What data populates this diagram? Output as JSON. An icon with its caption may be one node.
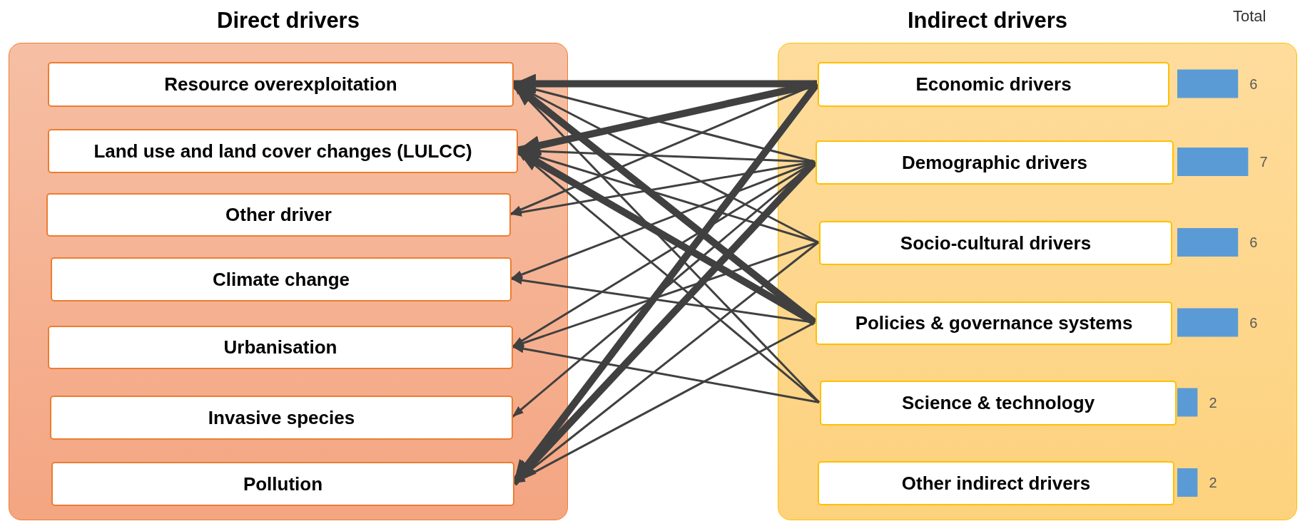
{
  "diagram": {
    "nodes": [
      {
        "text": [
          "Direct drivers"
        ]
      },
      {
        "text": [
          "Resource overexploitation"
        ],
        "in": 0
      },
      {
        "text": [
          "Land use and land cover changes (LULCC)"
        ],
        "in": 0
      },
      {
        "text": [
          "Other driver"
        ],
        "in": 0
      },
      {
        "text": [
          "Climate change"
        ],
        "in": 0
      },
      {
        "text": [
          "Urbanisation"
        ],
        "in": 0
      },
      {
        "text": [
          "Invasive species"
        ],
        "in": 0
      },
      {
        "text": [
          "Pollution"
        ],
        "in": 0
      },
      {
        "text": [
          "Indirect drivers"
        ]
      },
      {
        "text": [
          "Economic drivers"
        ],
        "in": 8
      },
      {
        "text": [
          "Demographic drivers"
        ],
        "in": 8
      },
      {
        "text": [
          "Socio-cultural drivers"
        ],
        "in": 8
      },
      {
        "text": [
          "Policies & governance systems"
        ],
        "in": 8
      },
      {
        "text": [
          "Science & technology"
        ],
        "in": 8
      },
      {
        "text": [
          "Other indirect drivers"
        ],
        "in": 8
      }
    ],
    "edges": [
      {
        "from": 9,
        "to": 1,
        "arrow": "to",
        "style": "thick"
      },
      {
        "from": 9,
        "to": 2,
        "arrow": "to",
        "style": "thick"
      },
      {
        "from": 9,
        "to": 3,
        "arrow": "to"
      },
      {
        "from": 9,
        "to": 7,
        "arrow": "to",
        "style": "thick"
      },
      {
        "from": 10,
        "to": 1,
        "arrow": "to"
      },
      {
        "from": 10,
        "to": 2,
        "arrow": "to"
      },
      {
        "from": 10,
        "to": 3,
        "arrow": "to"
      },
      {
        "from": 10,
        "to": 4,
        "arrow": "to"
      },
      {
        "from": 10,
        "to": 5,
        "arrow": "to"
      },
      {
        "from": 10,
        "to": 6,
        "arrow": "to"
      },
      {
        "from": 10,
        "to": 7,
        "arrow": "to",
        "style": "thick"
      },
      {
        "from": 11,
        "to": 1,
        "arrow": "to"
      },
      {
        "from": 11,
        "to": 2,
        "arrow": "to"
      },
      {
        "from": 11,
        "to": 5,
        "arrow": "to"
      },
      {
        "from": 11,
        "to": 7,
        "arrow": "to"
      },
      {
        "from": 12,
        "to": 1,
        "arrow": "to",
        "style": "thick"
      },
      {
        "from": 12,
        "to": 2,
        "arrow": "to",
        "style": "thick"
      },
      {
        "from": 12,
        "to": 4,
        "arrow": "to"
      },
      {
        "from": 12,
        "to": 7,
        "arrow": "to"
      },
      {
        "from": 13,
        "to": 1,
        "arrow": "to"
      },
      {
        "from": 13,
        "to": 2,
        "arrow": "to"
      },
      {
        "from": 13,
        "to": 5,
        "arrow": "to"
      }
    ],
    "chart_data": {
      "type": "bar",
      "orientation": "horizontal",
      "title": "Total",
      "categories": [
        null,
        null,
        null,
        null,
        null,
        null
      ],
      "data_labels": true,
      "series": [
        {
          "color": "#5b9bd5",
          "values": [
            6,
            7,
            6,
            6,
            2,
            2
          ]
        }
      ]
    }
  }
}
